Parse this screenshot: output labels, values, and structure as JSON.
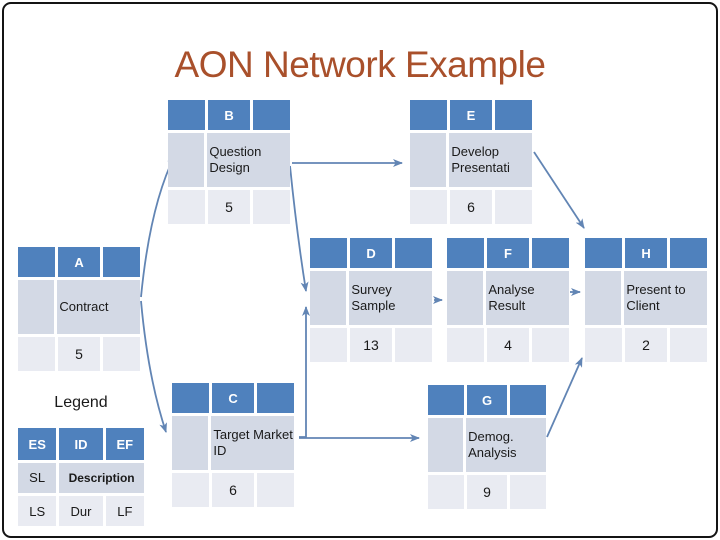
{
  "slide": {
    "title": "AON Network Example"
  },
  "colors": {
    "title_text": "#A9502B",
    "node_header": "#4F81BD",
    "node_mid_row": "#D3D9E5",
    "node_light_row": "#E9EBF2",
    "connector": "#6285B4",
    "body_text": "#1A1A1A"
  },
  "diagram_type": "activity-on-node-network",
  "nodes": [
    {
      "id": "A",
      "description": "Contract",
      "duration": "5"
    },
    {
      "id": "B",
      "description": "Question Design",
      "duration": "5"
    },
    {
      "id": "C",
      "description": "Target Market ID",
      "duration": "6"
    },
    {
      "id": "D",
      "description": "Survey Sample",
      "duration": "13"
    },
    {
      "id": "E",
      "description": "Develop Presentati",
      "duration": "6"
    },
    {
      "id": "F",
      "description": "Analyse Result",
      "duration": "4"
    },
    {
      "id": "G",
      "description": "Demog. Analysis",
      "duration": "9"
    },
    {
      "id": "H",
      "description": "Present to Client",
      "duration": "2"
    }
  ],
  "connections": [
    {
      "from": "A",
      "to": "B"
    },
    {
      "from": "A",
      "to": "C"
    },
    {
      "from": "B",
      "to": "D"
    },
    {
      "from": "B",
      "to": "E"
    },
    {
      "from": "C",
      "to": "D"
    },
    {
      "from": "C",
      "to": "G"
    },
    {
      "from": "D",
      "to": "F"
    },
    {
      "from": "E",
      "to": "H"
    },
    {
      "from": "F",
      "to": "H"
    },
    {
      "from": "G",
      "to": "H"
    }
  ],
  "legend": {
    "title": "Legend",
    "top_row": [
      "ES",
      "ID",
      "EF"
    ],
    "middle_row": [
      "SL",
      "Description"
    ],
    "bottom_row": [
      "LS",
      "Dur",
      "LF"
    ]
  }
}
